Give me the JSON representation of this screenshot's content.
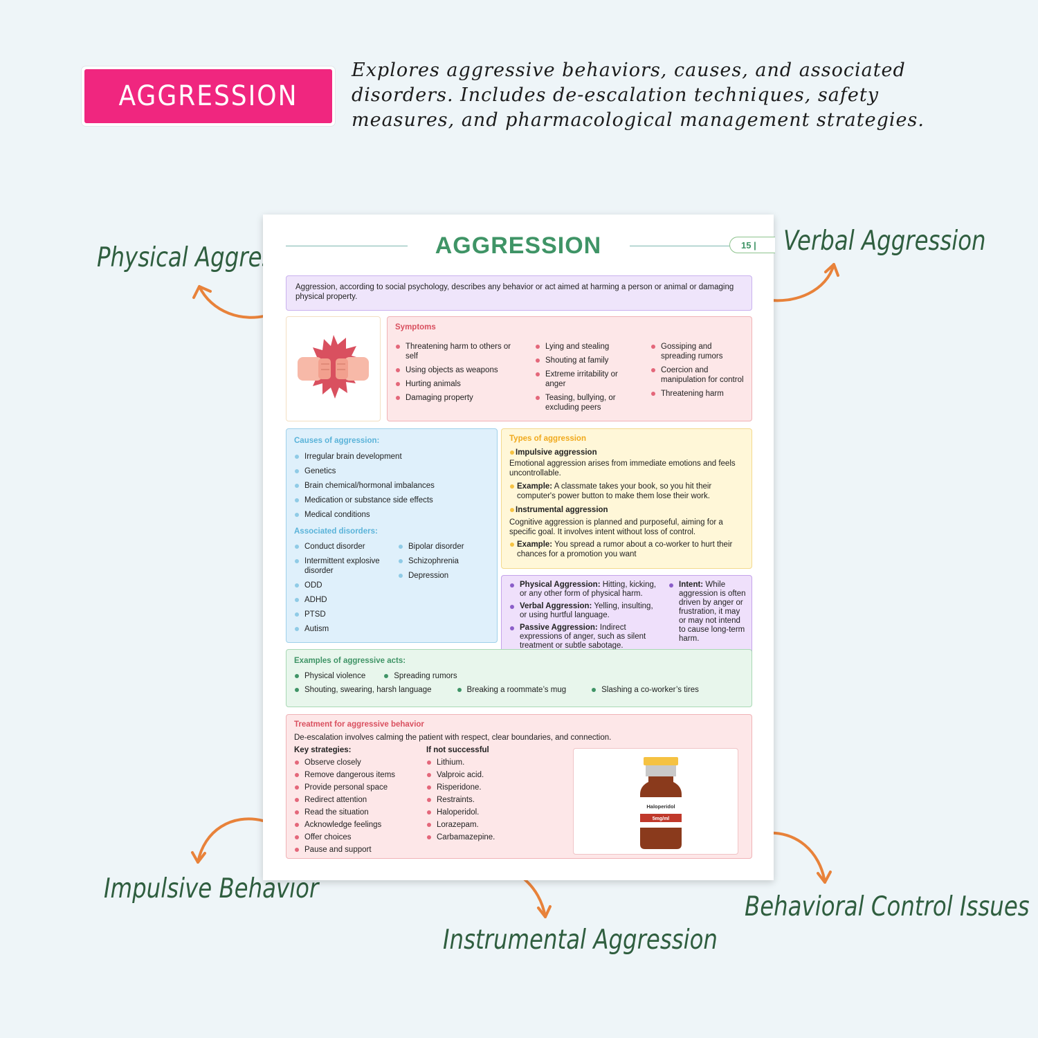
{
  "header": {
    "tag": "AGGRESSION",
    "intro": "Explores aggressive behaviors, causes, and associated disorders. Includes de-escalation techniques, safety measures, and pharmacological management strategies."
  },
  "side_labels": {
    "physical": "Physical Aggression",
    "verbal": "Verbal Aggression",
    "impulsive": "Impulsive Behavior",
    "instrumental": "Instrumental Aggression",
    "behavioral": "Behavioral Control Issues"
  },
  "page": {
    "title": "AGGRESSION",
    "page_number": "15",
    "definition": "Aggression, according to social psychology, describes any behavior or act aimed at harming a person or animal or damaging physical property.",
    "symptoms": {
      "heading": "Symptoms",
      "col1": [
        "Threatening harm to others or self",
        "Using objects as weapons",
        "Hurting animals",
        "Damaging property"
      ],
      "col2": [
        "Lying and stealing",
        "Shouting at family",
        "Extreme irritability or anger",
        "Teasing, bullying, or excluding peers"
      ],
      "col3": [
        "Gossiping and spreading rumors",
        "Coercion and manipulation for control",
        "Threatening harm"
      ]
    },
    "causes": {
      "heading": "Causes of aggression:",
      "items": [
        "Irregular brain development",
        "Genetics",
        "Brain chemical/hormonal imbalances",
        "Medication or substance side effects",
        "Medical conditions"
      ],
      "disorders_heading": "Associated disorders:",
      "disorders_col1": [
        "Conduct disorder",
        "Intermittent explosive disorder",
        "ODD",
        "ADHD",
        "PTSD",
        "Autism"
      ],
      "disorders_col2": [
        "Bipolar disorder",
        "Schizophrenia",
        "Depression"
      ]
    },
    "types": {
      "heading": "Types of aggression",
      "impulsive_title": "Impulsive aggression",
      "impulsive_desc": "Emotional aggression arises from immediate emotions and feels uncontrollable.",
      "impulsive_example_label": "Example:",
      "impulsive_example": "A classmate takes your book, so you hit their computer's power button to make them lose their work.",
      "instrumental_title": "Instrumental aggression",
      "instrumental_desc": "Cognitive aggression is planned and purposeful, aiming for a specific goal. It involves intent without loss of control.",
      "instrumental_example_label": "Example:",
      "instrumental_example": "You spread a rumor about a co-worker to hurt their chances for a promotion you want"
    },
    "forms": {
      "physical_label": "Physical Aggression:",
      "physical": "Hitting, kicking, or any other form of physical harm.",
      "verbal_label": "Verbal Aggression:",
      "verbal": "Yelling, insulting, or using hurtful language.",
      "passive_label": "Passive Aggression:",
      "passive": "Indirect expressions of anger, such as silent treatment or subtle sabotage.",
      "intent_label": "Intent:",
      "intent": "While aggression is often driven by anger or frustration, it may or may not intend to cause long-term harm."
    },
    "examples": {
      "heading": "Examples of aggressive acts:",
      "row1": [
        "Physical violence",
        "Spreading rumors"
      ],
      "row2": [
        "Shouting, swearing, harsh language",
        "Breaking a roommate’s mug",
        "Slashing a co-worker’s tires"
      ]
    },
    "treatment": {
      "heading": "Treatment for aggressive behavior",
      "intro": "De-escalation involves calming the patient with respect, clear boundaries, and connection.",
      "strategies_heading": "Key strategies:",
      "strategies": [
        "Observe closely",
        "Remove dangerous items",
        "Provide personal space",
        "Redirect attention",
        "Read the situation",
        "Acknowledge feelings",
        "Offer choices",
        "Pause and support"
      ],
      "fallback_heading": "If not successful",
      "fallback": [
        "Lithium.",
        "Valproic acid.",
        "Risperidone.",
        "Restraints.",
        "Haloperidol.",
        "Lorazepam.",
        "Carbamazepine."
      ],
      "vial_label": "Haloperidol",
      "vial_dose": "5mg/ml"
    }
  },
  "colors": {
    "accent_pink": "#f0267f",
    "title_green": "#3f9466",
    "arrow_orange": "#e8823a"
  }
}
